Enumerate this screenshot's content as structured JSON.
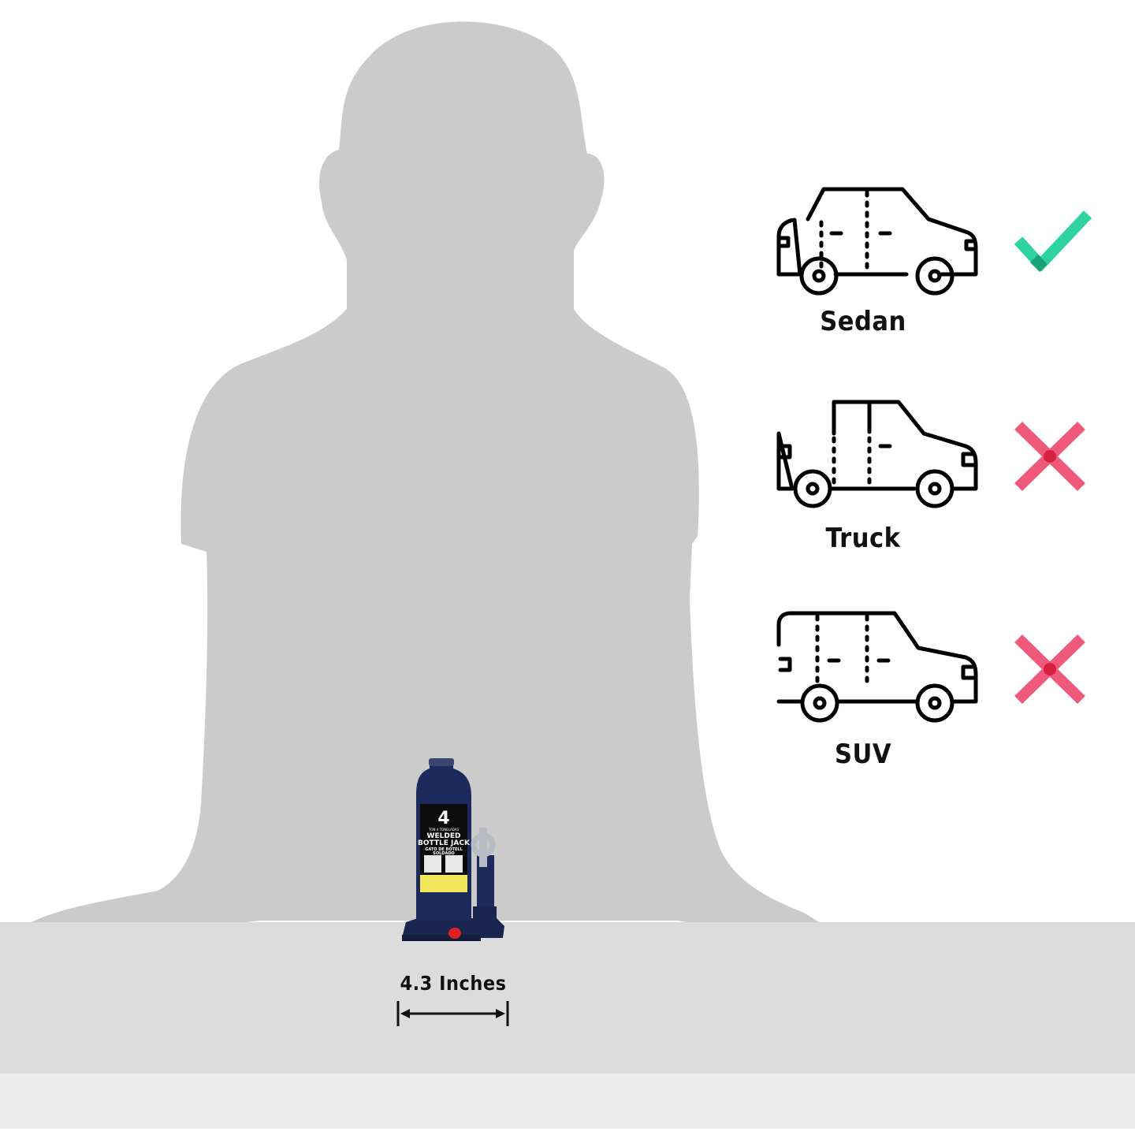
{
  "vehicles": [
    {
      "label": "Sedan",
      "compatible": true
    },
    {
      "label": "Truck",
      "compatible": false
    },
    {
      "label": "SUV",
      "compatible": false
    }
  ],
  "measurement": {
    "label": "4.3 Inches"
  },
  "jack": {
    "capacity": "4",
    "capacity_sub": "TON 4 TONELADAS",
    "title_line1": "WELDED",
    "title_line2": "BOTTLE JACK",
    "subtitle_line1": "GATO DE BOTELL",
    "subtitle_line2": "SOLDADO"
  },
  "colors": {
    "check": "#2fd3a0",
    "cross": "#ef5a7a",
    "jack_body": "#1a2550",
    "silhouette": "#cccccc",
    "table": "#dcdcdc"
  }
}
